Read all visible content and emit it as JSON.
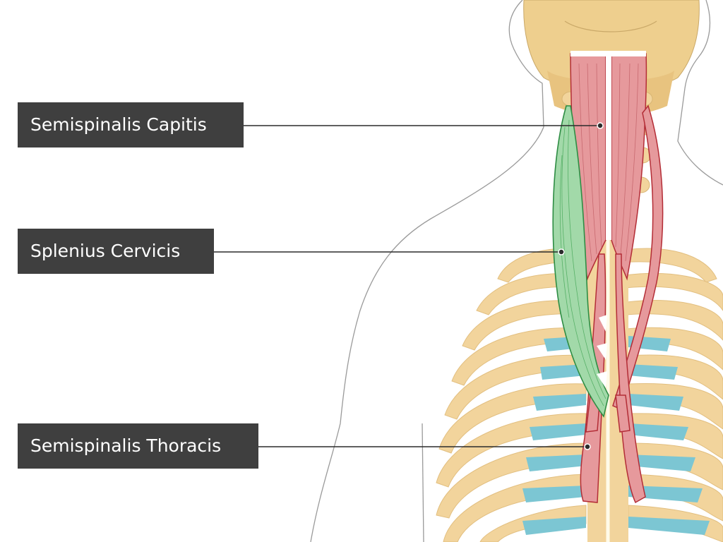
{
  "labels": [
    {
      "text": "Semispinalis Capitis"
    },
    {
      "text": "Splenius Cervicis"
    },
    {
      "text": "Semispinalis Thoracis"
    }
  ],
  "colors": {
    "bone": "#f2d49c",
    "bone_shade": "#e2bf80",
    "skull": "#eecf8e",
    "muscle_red": "#e6999c",
    "muscle_red_edge": "#b32d36",
    "muscle_green": "#a2d9a9",
    "muscle_green_edge": "#2e8d44",
    "cartilage": "#7cc6d3",
    "outline": "#9a9a9a",
    "label_bg": "#3f3f3f",
    "label_text": "#ffffff",
    "leader": "#2b2b2b"
  }
}
